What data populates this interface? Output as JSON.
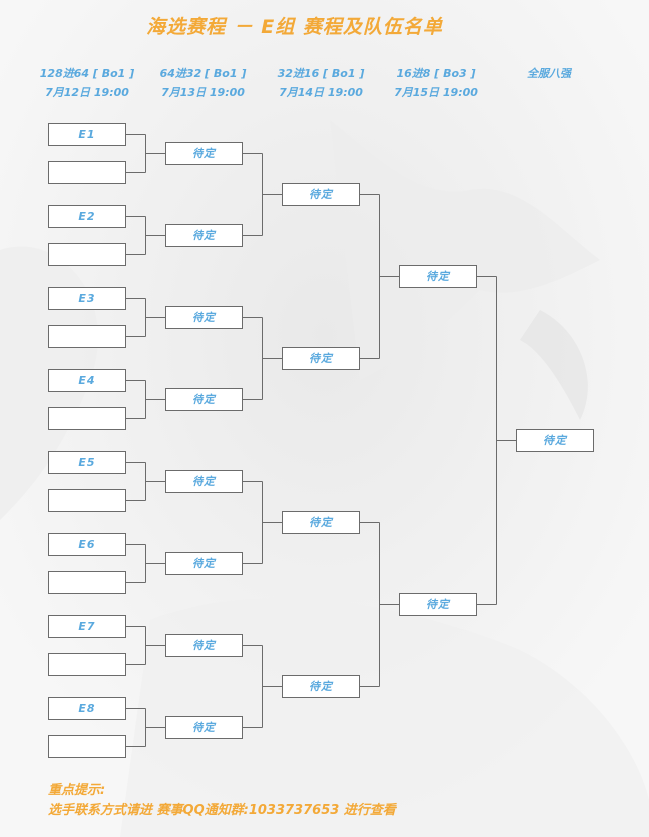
{
  "title": "海选赛程 － E组 赛程及队伍名单",
  "rounds": [
    {
      "name": "128进64 [ Bo1 ]",
      "date": "7月12日 19:00"
    },
    {
      "name": "64进32 [ Bo1 ]",
      "date": "7月13日 19:00"
    },
    {
      "name": "32进16 [ Bo1 ]",
      "date": "7月14日 19:00"
    },
    {
      "name": "16进8 [ Bo3 ]",
      "date": "7月15日 19:00"
    },
    {
      "name": "全服八强",
      "date": ""
    }
  ],
  "bracket": {
    "round1": [
      "E1",
      "",
      "E2",
      "",
      "E3",
      "",
      "E4",
      "",
      "E5",
      "",
      "E6",
      "",
      "E7",
      "",
      "E8",
      ""
    ],
    "round2": [
      "待定",
      "待定",
      "待定",
      "待定",
      "待定",
      "待定",
      "待定",
      "待定"
    ],
    "round3": [
      "待定",
      "待定",
      "待定",
      "待定"
    ],
    "round4": [
      "待定",
      "待定"
    ],
    "final": [
      "待定"
    ]
  },
  "notes": {
    "heading": "重点提示:",
    "line": "选手联系方式请进 赛事QQ通知群:1033737653 进行查看"
  },
  "colors": {
    "title": "#f3a938",
    "label": "#5aa9de",
    "line": "#6b6b6b"
  }
}
